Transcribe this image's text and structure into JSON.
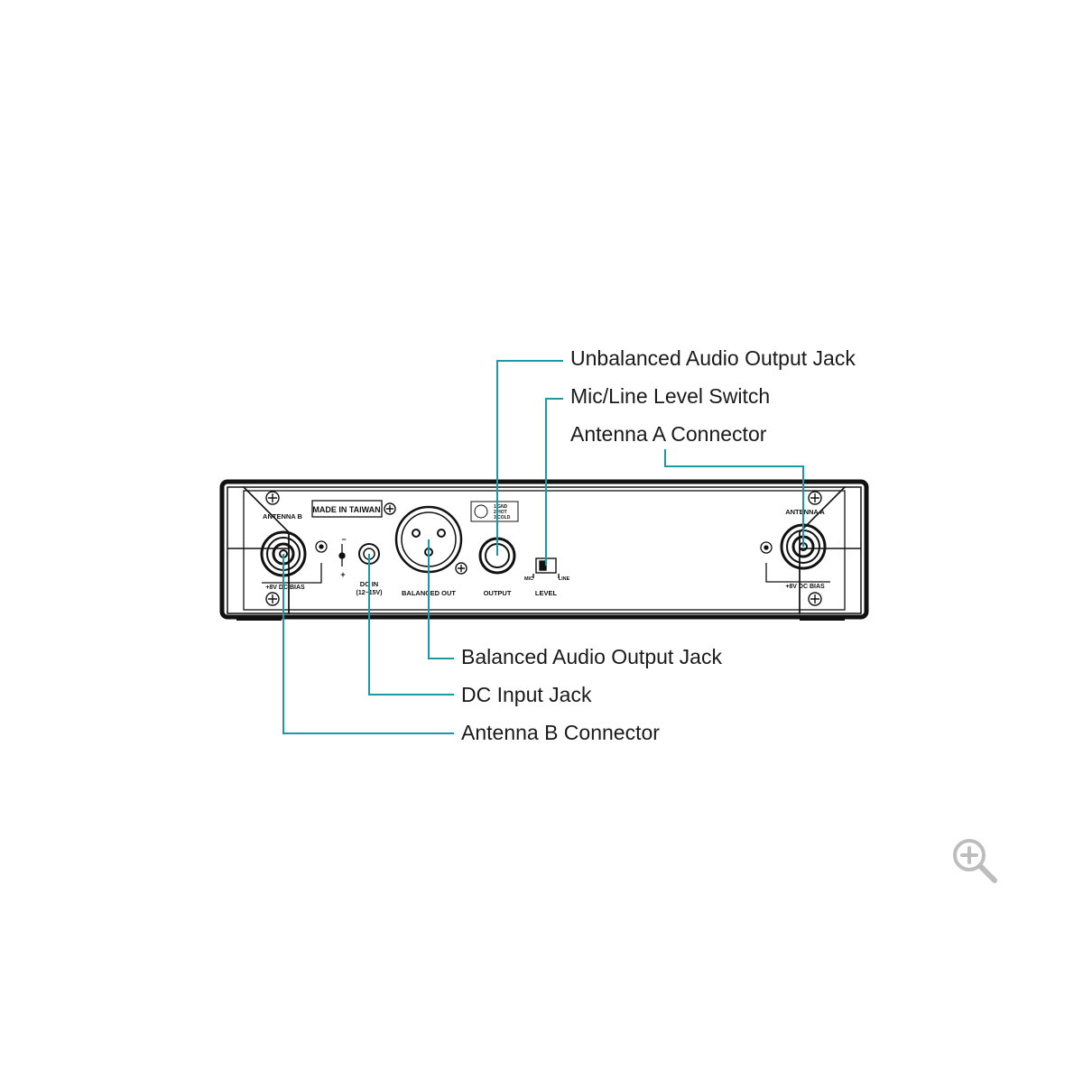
{
  "callouts": {
    "unbalanced_output": "Unbalanced Audio Output Jack",
    "level_switch": "Mic/Line Level Switch",
    "antenna_a": "Antenna A Connector",
    "balanced_output": "Balanced Audio Output Jack",
    "dc_input": "DC Input Jack",
    "antenna_b": "Antenna B Connector"
  },
  "panel": {
    "made_in": "MADE IN TAIWAN",
    "antenna_b_label": "ANTENNA B",
    "antenna_a_label": "ANTENNA A",
    "bias_left": "+8V DC BIAS",
    "bias_right": "+8V DC BIAS",
    "dc_in": "DC IN",
    "dc_range": "(12~15V)",
    "polarity_minus": "−",
    "polarity_plus": "+",
    "balanced_out": "BALANCED OUT",
    "output": "OUTPUT",
    "level": "LEVEL",
    "mic": "MIC",
    "line": "LINE",
    "pin_gnd": "1 GND",
    "pin_hot": "2 HOT",
    "pin_cold": "3 COLD"
  },
  "colors": {
    "leader": "#1a9aa6",
    "outline": "#111111",
    "text": "#1a1a1a",
    "zoom_icon": "#bdbdbd"
  },
  "icons": {
    "zoom": "zoom-in-icon"
  }
}
